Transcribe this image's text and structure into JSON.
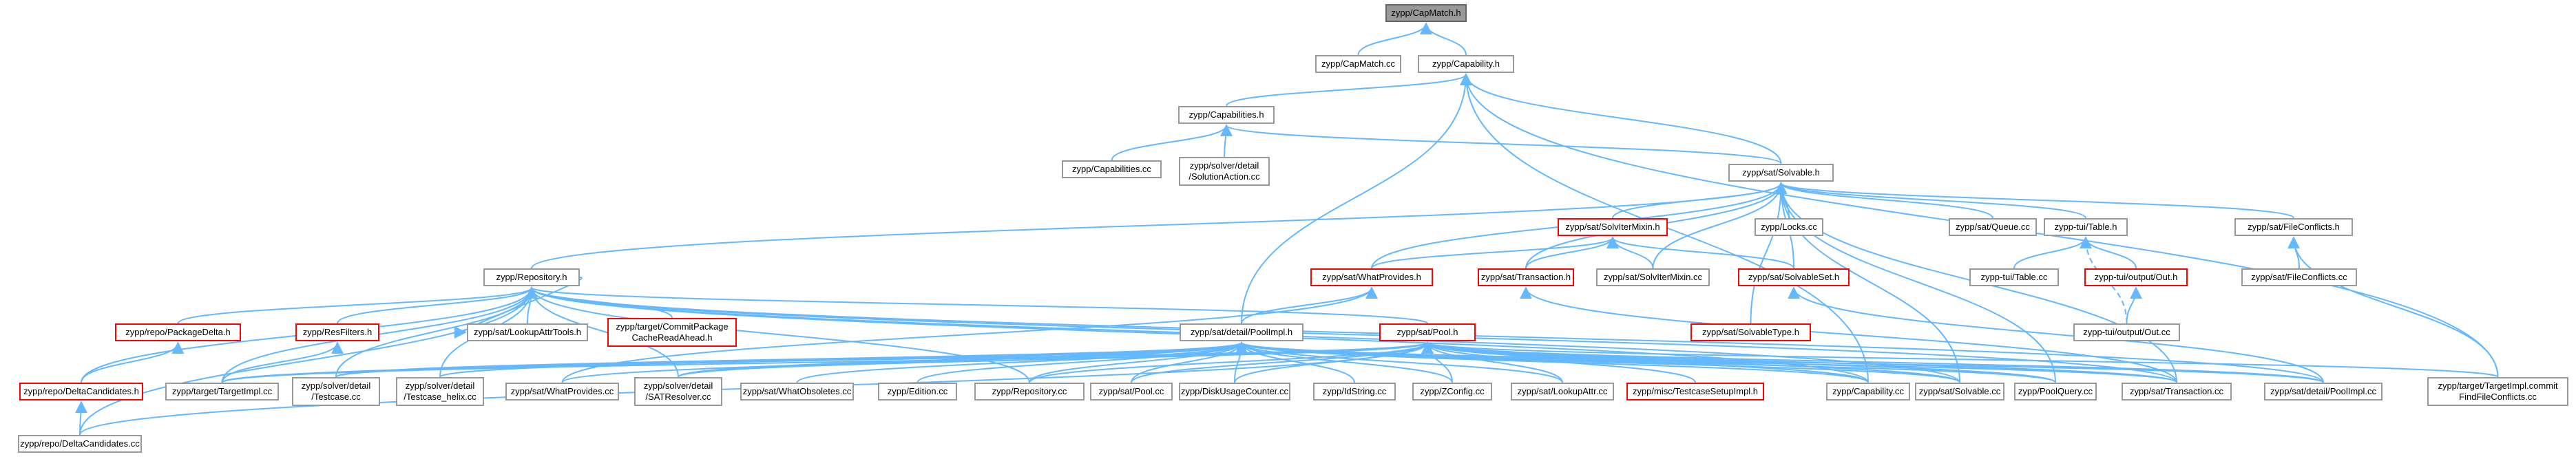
{
  "graph": {
    "root": "zypp/CapMatch.h",
    "nodes": [
      {
        "id": "n0",
        "label": "zypp/CapMatch.h",
        "style": "root"
      },
      {
        "id": "n1",
        "label": "zypp/CapMatch.cc"
      },
      {
        "id": "n2",
        "label": "zypp/Capability.h"
      },
      {
        "id": "n3",
        "label": "zypp/Capabilities.h"
      },
      {
        "id": "n4",
        "label": "zypp/Capabilities.cc"
      },
      {
        "id": "n5",
        "label": "zypp/solver/detail\n/SolutionAction.cc"
      },
      {
        "id": "n6",
        "label": "zypp/sat/Solvable.h"
      },
      {
        "id": "n7",
        "label": "zypp/sat/SolvIterMixin.h",
        "style": "red"
      },
      {
        "id": "n8",
        "label": "zypp/Locks.cc"
      },
      {
        "id": "n9",
        "label": "zypp/sat/Queue.cc"
      },
      {
        "id": "n10",
        "label": "zypp-tui/Table.h"
      },
      {
        "id": "n11",
        "label": "zypp/sat/FileConflicts.h"
      },
      {
        "id": "n12",
        "label": "zypp/Repository.h"
      },
      {
        "id": "n13",
        "label": "zypp/sat/WhatProvides.h",
        "style": "red"
      },
      {
        "id": "n14",
        "label": "zypp/sat/Transaction.h",
        "style": "red"
      },
      {
        "id": "n15",
        "label": "zypp/sat/SolvIterMixin.cc"
      },
      {
        "id": "n16",
        "label": "zypp/sat/SolvableSet.h",
        "style": "red"
      },
      {
        "id": "n17",
        "label": "zypp-tui/Table.cc"
      },
      {
        "id": "n18",
        "label": "zypp-tui/output/Out.h",
        "style": "red"
      },
      {
        "id": "n19",
        "label": "zypp/sat/FileConflicts.cc"
      },
      {
        "id": "n20",
        "label": "zypp/repo/PackageDelta.h",
        "style": "red"
      },
      {
        "id": "n21",
        "label": "zypp/ResFilters.h",
        "style": "red"
      },
      {
        "id": "n22",
        "label": "zypp/sat/LookupAttrTools.h"
      },
      {
        "id": "n23",
        "label": "zypp/target/CommitPackage\nCacheReadAhead.h",
        "style": "red"
      },
      {
        "id": "n24",
        "label": "zypp/sat/detail/PoolImpl.h"
      },
      {
        "id": "n25",
        "label": "zypp/sat/Pool.h",
        "style": "red"
      },
      {
        "id": "n26",
        "label": "zypp/sat/SolvableType.h",
        "style": "red"
      },
      {
        "id": "n27",
        "label": "zypp-tui/output/Out.cc"
      },
      {
        "id": "n28",
        "label": "zypp/repo/DeltaCandidates.h",
        "style": "red"
      },
      {
        "id": "n29",
        "label": "zypp/target/TargetImpl.cc"
      },
      {
        "id": "n30",
        "label": "zypp/solver/detail\n/Testcase.cc"
      },
      {
        "id": "n31",
        "label": "zypp/solver/detail\n/Testcase_helix.cc"
      },
      {
        "id": "n32",
        "label": "zypp/sat/WhatProvides.cc"
      },
      {
        "id": "n33",
        "label": "zypp/solver/detail\n/SATResolver.cc"
      },
      {
        "id": "n34",
        "label": "zypp/sat/WhatObsoletes.cc"
      },
      {
        "id": "n35",
        "label": "zypp/Edition.cc"
      },
      {
        "id": "n36",
        "label": "zypp/Repository.cc"
      },
      {
        "id": "n37",
        "label": "zypp/sat/Pool.cc"
      },
      {
        "id": "n38",
        "label": "zypp/DiskUsageCounter.cc"
      },
      {
        "id": "n39",
        "label": "zypp/IdString.cc"
      },
      {
        "id": "n40",
        "label": "zypp/ZConfig.cc"
      },
      {
        "id": "n41",
        "label": "zypp/sat/LookupAttr.cc"
      },
      {
        "id": "n42",
        "label": "zypp/misc/TestcaseSetupImpl.h",
        "style": "red"
      },
      {
        "id": "n43",
        "label": "zypp/Capability.cc"
      },
      {
        "id": "n44",
        "label": "zypp/sat/Solvable.cc"
      },
      {
        "id": "n45",
        "label": "zypp/PoolQuery.cc"
      },
      {
        "id": "n46",
        "label": "zypp/sat/Transaction.cc"
      },
      {
        "id": "n47",
        "label": "zypp/sat/detail/PoolImpl.cc"
      },
      {
        "id": "n48",
        "label": "zypp/target/TargetImpl.commit\nFindFileConflicts.cc"
      },
      {
        "id": "n49",
        "label": "zypp/repo/DeltaCandidates.cc"
      }
    ],
    "edges": [
      [
        "n1",
        "n0"
      ],
      [
        "n2",
        "n0"
      ],
      [
        "n3",
        "n2"
      ],
      [
        "n6",
        "n2"
      ],
      [
        "n24",
        "n2"
      ],
      [
        "n43",
        "n2"
      ],
      [
        "n48",
        "n2"
      ],
      [
        "n4",
        "n3"
      ],
      [
        "n5",
        "n3"
      ],
      [
        "n6",
        "n3"
      ],
      [
        "n7",
        "n6"
      ],
      [
        "n8",
        "n6"
      ],
      [
        "n9",
        "n6"
      ],
      [
        "n10",
        "n6"
      ],
      [
        "n11",
        "n6"
      ],
      [
        "n12",
        "n6"
      ],
      [
        "n13",
        "n6"
      ],
      [
        "n14",
        "n6"
      ],
      [
        "n15",
        "n6"
      ],
      [
        "n16",
        "n6"
      ],
      [
        "n26",
        "n6"
      ],
      [
        "n44",
        "n6"
      ],
      [
        "n45",
        "n6"
      ],
      [
        "n46",
        "n6"
      ],
      [
        "n17",
        "n10"
      ],
      [
        "n18",
        "n10"
      ],
      [
        "n27",
        "n10"
      ],
      [
        "n27",
        "n18"
      ],
      [
        "n19",
        "n11"
      ],
      [
        "n48",
        "n11"
      ],
      [
        "n13",
        "n7"
      ],
      [
        "n14",
        "n7"
      ],
      [
        "n15",
        "n7"
      ],
      [
        "n16",
        "n7"
      ],
      [
        "n24",
        "n13"
      ],
      [
        "n32",
        "n13"
      ],
      [
        "n46",
        "n14"
      ],
      [
        "n47",
        "n16"
      ],
      [
        "n20",
        "n12"
      ],
      [
        "n21",
        "n12"
      ],
      [
        "n22",
        "n12"
      ],
      [
        "n23",
        "n12"
      ],
      [
        "n25",
        "n12"
      ],
      [
        "n28",
        "n12"
      ],
      [
        "n29",
        "n12"
      ],
      [
        "n30",
        "n12"
      ],
      [
        "n31",
        "n12"
      ],
      [
        "n33",
        "n12"
      ],
      [
        "n36",
        "n12"
      ],
      [
        "n43",
        "n12"
      ],
      [
        "n44",
        "n12"
      ],
      [
        "n46",
        "n12"
      ],
      [
        "n47",
        "n12"
      ],
      [
        "n49",
        "n12"
      ],
      [
        "n12",
        "n22"
      ],
      [
        "n29",
        "n21"
      ],
      [
        "n28",
        "n20"
      ],
      [
        "n49",
        "n28"
      ],
      [
        "n29",
        "n24"
      ],
      [
        "n30",
        "n24"
      ],
      [
        "n31",
        "n24"
      ],
      [
        "n32",
        "n24"
      ],
      [
        "n33",
        "n24"
      ],
      [
        "n34",
        "n24"
      ],
      [
        "n35",
        "n24"
      ],
      [
        "n36",
        "n24"
      ],
      [
        "n37",
        "n24"
      ],
      [
        "n38",
        "n24"
      ],
      [
        "n39",
        "n24"
      ],
      [
        "n40",
        "n24"
      ],
      [
        "n41",
        "n24"
      ],
      [
        "n43",
        "n24"
      ],
      [
        "n44",
        "n24"
      ],
      [
        "n45",
        "n24"
      ],
      [
        "n46",
        "n24"
      ],
      [
        "n47",
        "n24"
      ],
      [
        "n29",
        "n25"
      ],
      [
        "n30",
        "n25"
      ],
      [
        "n33",
        "n25"
      ],
      [
        "n36",
        "n25"
      ],
      [
        "n37",
        "n25"
      ],
      [
        "n38",
        "n25"
      ],
      [
        "n40",
        "n25"
      ],
      [
        "n41",
        "n25"
      ],
      [
        "n42",
        "n25"
      ],
      [
        "n43",
        "n25"
      ],
      [
        "n44",
        "n25"
      ],
      [
        "n45",
        "n25"
      ],
      [
        "n46",
        "n25"
      ],
      [
        "n47",
        "n25"
      ],
      [
        "n48",
        "n25"
      ],
      [
        "n49",
        "n25"
      ]
    ]
  },
  "colors": {
    "edge": "#63b8ff",
    "node_border": "#999999",
    "node_red_border": "#ff0000",
    "root_fill": "#999999"
  }
}
